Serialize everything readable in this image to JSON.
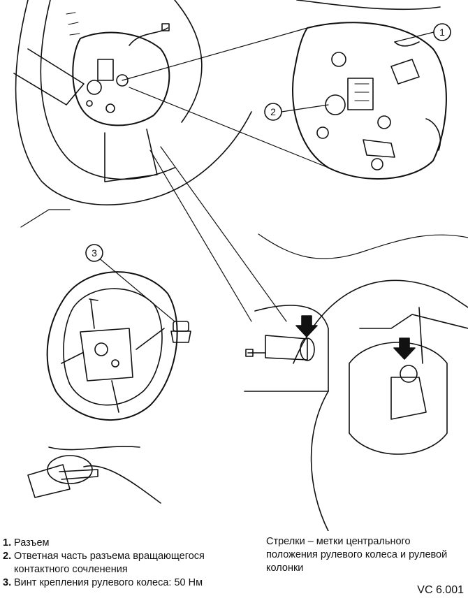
{
  "callouts": [
    "1",
    "2",
    "3"
  ],
  "legend": [
    {
      "num": "1.",
      "text": "Разъем"
    },
    {
      "num": "2.",
      "text": "Ответная часть разъема вращающегося контактного сочленения"
    },
    {
      "num": "3.",
      "text": "Винт крепления рулевого колеса: 50 Нм"
    }
  ],
  "note": "Стрелки – метки центрального положения рулевого колеса и рулевой колонки",
  "figure_code": "VC 6.001"
}
